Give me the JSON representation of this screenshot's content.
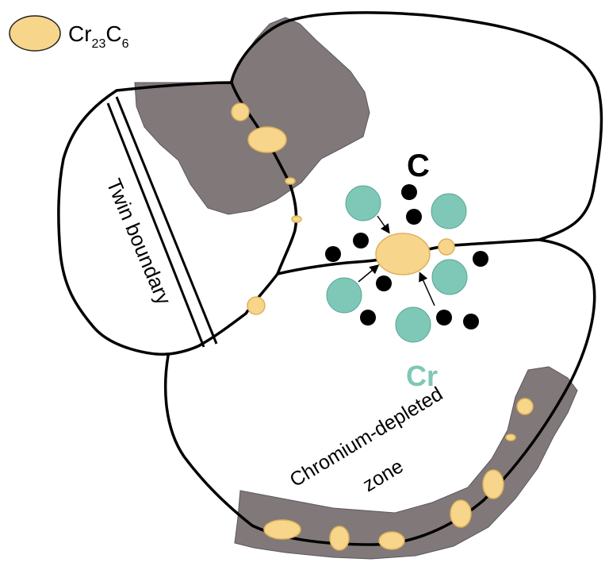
{
  "legend": {
    "formula": {
      "base1": "Cr",
      "sub1": "23",
      "base2": "C",
      "sub2": "6"
    }
  },
  "labels": {
    "twin_boundary": "Twin boundary",
    "carbon": "C",
    "chromium": "Cr",
    "depleted_line1": "Chromium-depleted",
    "depleted_line2": "zone"
  },
  "colors": {
    "carbide": "#f7d58b",
    "chromium_atom": "#7fc7b6",
    "carbon_atom": "#000000",
    "depleted_zone": "#817879",
    "grain_boundary": "#000000",
    "background": "#ffffff"
  }
}
